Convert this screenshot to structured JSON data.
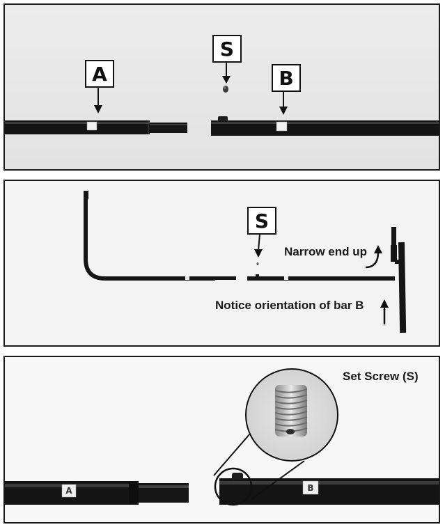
{
  "panel1": {
    "label_a": "A",
    "label_s": "S",
    "label_b": "B"
  },
  "panel2": {
    "label_s": "S",
    "note_narrow": "Narrow end up",
    "note_orientation": "Notice orientation of bar B"
  },
  "panel3": {
    "title": "Set Screw (S)",
    "tag_a": "A",
    "tag_b": "B"
  },
  "colors": {
    "frame": "#1a1a1a",
    "tube": "#141414",
    "background_top": "#e9e9e9",
    "background_mid": "#f2f2f2"
  }
}
